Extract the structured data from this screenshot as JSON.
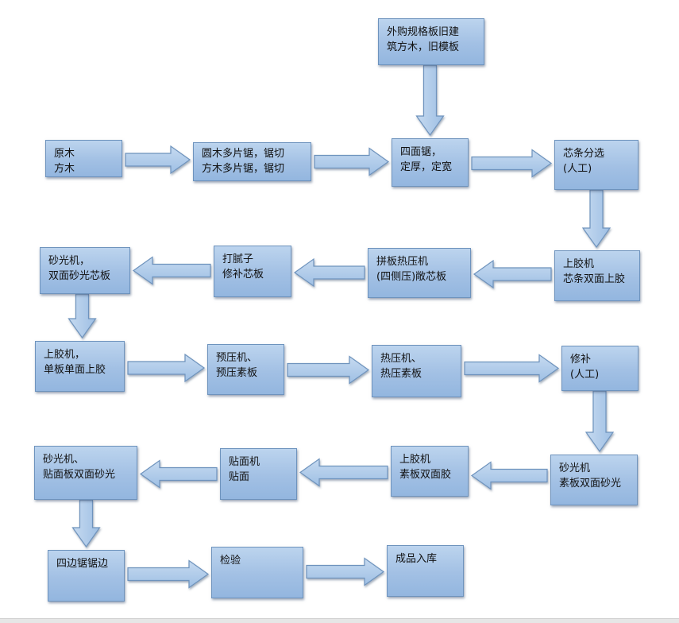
{
  "diagram": {
    "nodes": {
      "outsourced": {
        "lines": [
          "外购规格板旧建",
          "筑方木，旧模板"
        ]
      },
      "raw": {
        "lines": [
          "原木",
          "方木"
        ]
      },
      "multisaw": {
        "lines": [
          "圆木多片锯，锯切",
          "方木多片锯，锯切"
        ]
      },
      "foursided": {
        "lines": [
          "四面锯，",
          "定厚，定宽"
        ]
      },
      "coresort": {
        "lines": [
          "芯条分选",
          "(人工)"
        ]
      },
      "glue1": {
        "lines": [
          "上胶机",
          "芯条双面上胶"
        ]
      },
      "hotpress1": {
        "lines": [
          "拼板热压机",
          "(四侧压)敞芯板"
        ]
      },
      "putty": {
        "lines": [
          "打腻子",
          "修补芯板"
        ]
      },
      "sander1": {
        "lines": [
          "砂光机，",
          "双面砂光芯板"
        ]
      },
      "glue2": {
        "lines": [
          "上胶机，",
          "单板单面上胶"
        ]
      },
      "prepress": {
        "lines": [
          "预压机、",
          "预压素板"
        ]
      },
      "hotpress2": {
        "lines": [
          "热压机、",
          "热压素板"
        ]
      },
      "repair": {
        "lines": [
          "修补",
          "(人工)"
        ]
      },
      "sander2": {
        "lines": [
          "砂光机",
          "素板双面砂光"
        ]
      },
      "glue3": {
        "lines": [
          "上胶机",
          "素板双面胶"
        ]
      },
      "veneer": {
        "lines": [
          "贴面机",
          "贴面"
        ]
      },
      "sander3": {
        "lines": [
          "砂光机、",
          "贴面板双面砂光"
        ]
      },
      "edgesaw": {
        "lines": [
          "四边锯锯边"
        ]
      },
      "inspect": {
        "lines": [
          "检验"
        ]
      },
      "storage": {
        "lines": [
          "成品入库"
        ]
      }
    },
    "edges": [
      [
        "outsourced",
        "foursided"
      ],
      [
        "raw",
        "multisaw"
      ],
      [
        "multisaw",
        "foursided"
      ],
      [
        "foursided",
        "coresort"
      ],
      [
        "coresort",
        "glue1"
      ],
      [
        "glue1",
        "hotpress1"
      ],
      [
        "hotpress1",
        "putty"
      ],
      [
        "putty",
        "sander1"
      ],
      [
        "sander1",
        "glue2"
      ],
      [
        "glue2",
        "prepress"
      ],
      [
        "prepress",
        "hotpress2"
      ],
      [
        "hotpress2",
        "repair"
      ],
      [
        "repair",
        "sander2"
      ],
      [
        "sander2",
        "glue3"
      ],
      [
        "glue3",
        "veneer"
      ],
      [
        "veneer",
        "sander3"
      ],
      [
        "sander3",
        "edgesaw"
      ],
      [
        "edgesaw",
        "inspect"
      ],
      [
        "inspect",
        "storage"
      ]
    ]
  }
}
